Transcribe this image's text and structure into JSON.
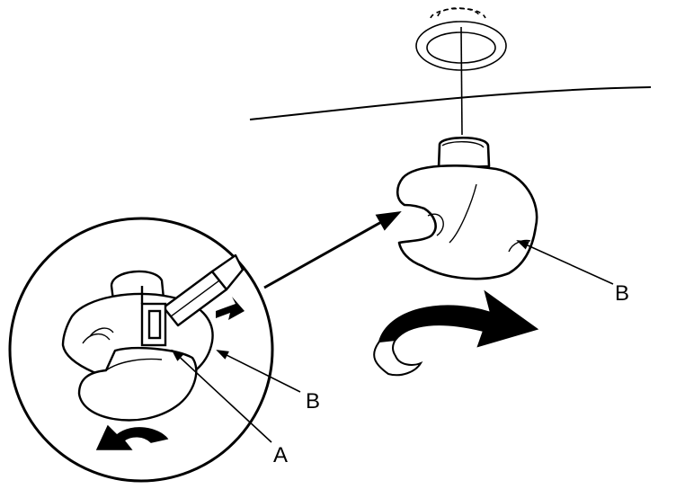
{
  "labels": {
    "b_right": "B",
    "b_inset": "B",
    "a_inset": "A"
  },
  "colors": {
    "ink": "#000000",
    "paper": "#ffffff"
  }
}
